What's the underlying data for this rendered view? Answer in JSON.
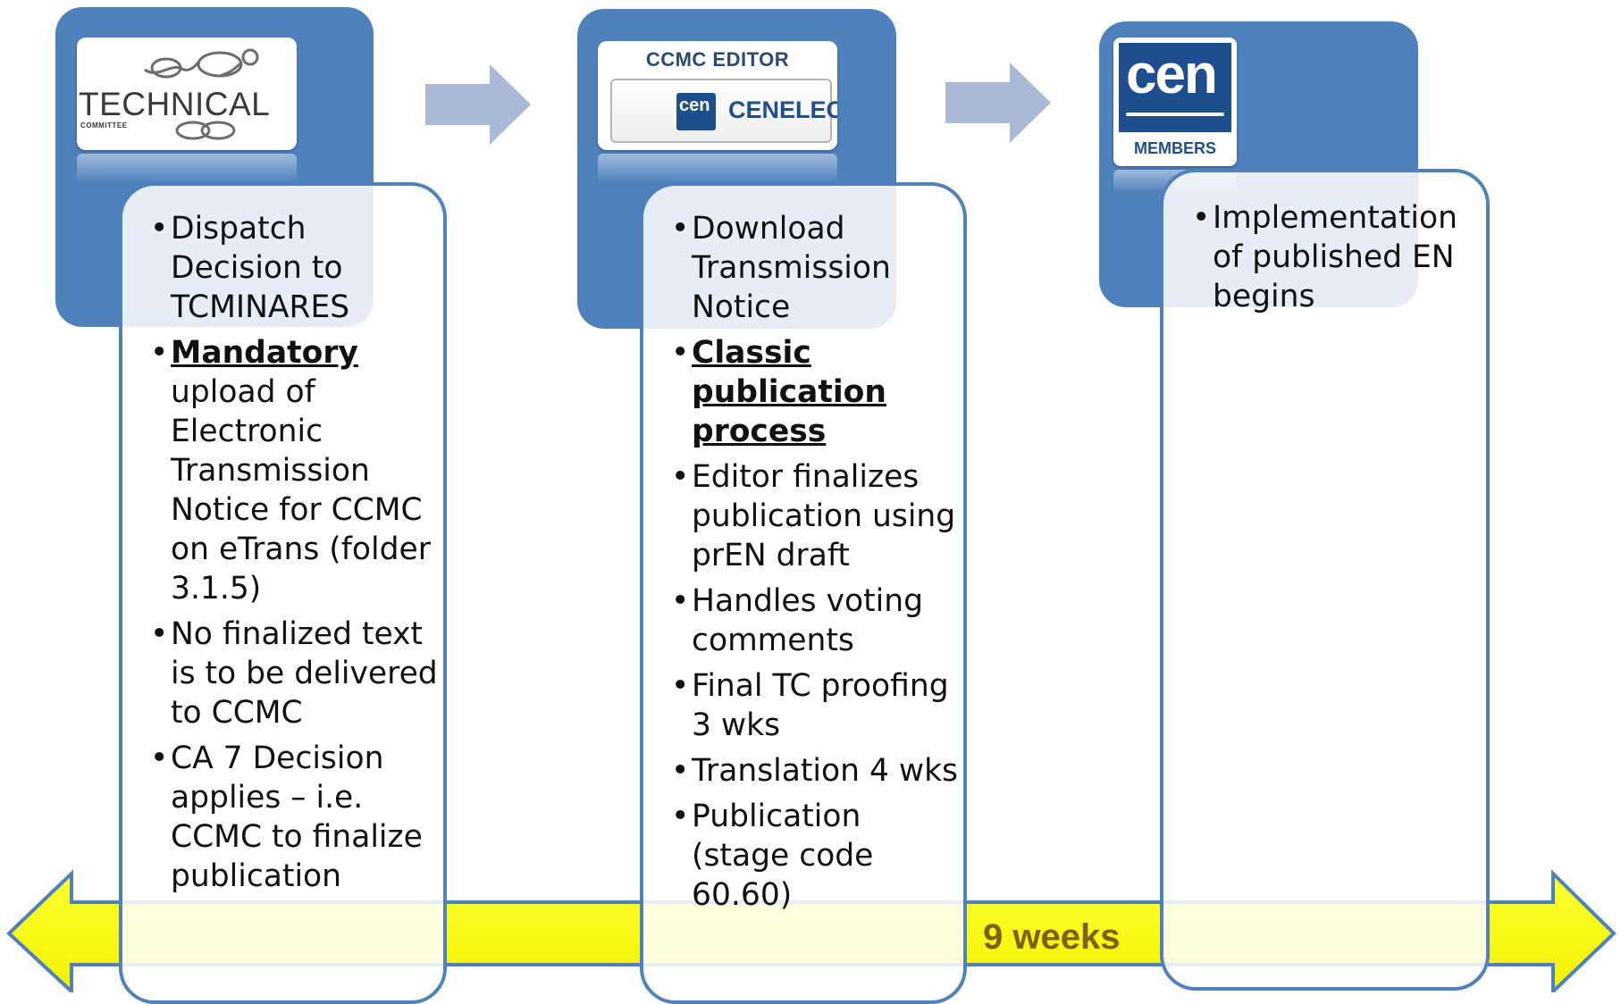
{
  "stage1": {
    "logo": {
      "title": "TECHNICAL",
      "subtitle": "COMMITTEE"
    },
    "items": [
      {
        "text": "Dispatch Decision to TCMINARES"
      },
      {
        "bold": "Mandatory",
        "text": " upload of Electronic Transmission Notice for CCMC on eTrans (folder 3.1.5)"
      },
      {
        "text": "No finalized text is to be delivered to CCMC"
      },
      {
        "text": "CA 7 Decision applies – i.e. CCMC to finalize publication"
      }
    ]
  },
  "stage2": {
    "logo": {
      "title": "CCMC EDITOR",
      "cen": "cen",
      "cenelec": "CENELEC"
    },
    "items": [
      {
        "text": "Download Transmission Notice"
      },
      {
        "bold": "Classic publication process",
        "text": ""
      },
      {
        "text": "Editor finalizes publication using prEN draft"
      },
      {
        "text": "Handles voting comments"
      },
      {
        "text": "Final TC proofing 3 wks"
      },
      {
        "text": "Translation 4 wks"
      },
      {
        "text": "Publication (stage code 60.60)"
      }
    ]
  },
  "stage3": {
    "logo": {
      "cen": "cen",
      "members": "MEMBERS"
    },
    "items": [
      {
        "text": "Implementation of published EN begins"
      }
    ]
  },
  "timeline": {
    "label": "9 weeks"
  },
  "colors": {
    "box_blue": "#4f81bd",
    "timeline_fill": "#ffff00",
    "timeline_stroke": "#4f81bd",
    "step_arrow": "#aab9d6",
    "weeks_text": "#7f6000"
  }
}
